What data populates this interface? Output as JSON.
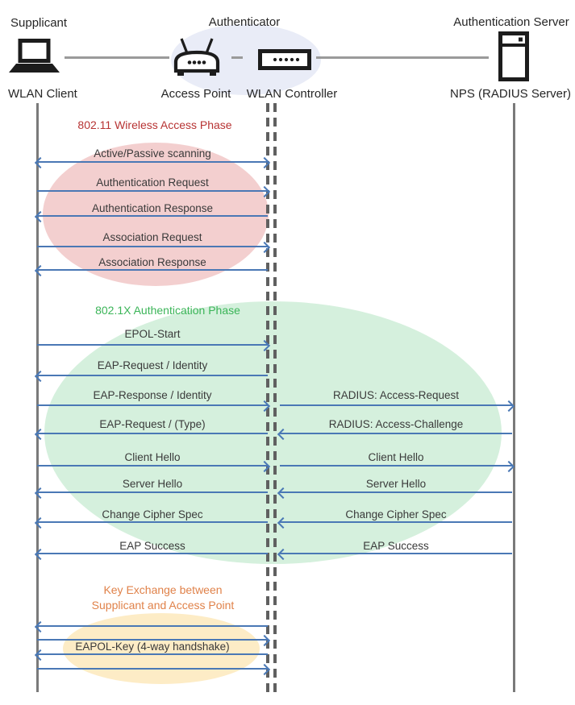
{
  "diagram": {
    "roles": {
      "supplicant": "Supplicant",
      "authenticator": "Authenticator",
      "authentication_server": "Authentication Server"
    },
    "nodes": {
      "wlan_client": "WLAN Client",
      "access_point": "Access Point",
      "wlan_controller": "WLAN Controller",
      "nps": "NPS (RADIUS Server)"
    },
    "phases": {
      "wireless_access": {
        "title": "802.11 Wireless Access Phase",
        "color": "#b73333",
        "fill": "#f3cfcf"
      },
      "dot1x_authentication": {
        "title": "802.1X Authentication Phase",
        "color": "#3bb558",
        "fill": "#d5f0dd"
      },
      "key_exchange": {
        "title_line1": "Key Exchange between",
        "title_line2": "Supplicant and Access Point",
        "color": "#e0824a",
        "fill": "#fdecc6"
      }
    },
    "messages": {
      "scanning": "Active/Passive scanning",
      "auth_request": "Authentication Request",
      "auth_response": "Authentication Response",
      "assoc_request": "Association Request",
      "assoc_response": "Association Response",
      "epol_start": "EPOL-Start",
      "eap_request_identity": "EAP-Request / Identity",
      "eap_response_identity": "EAP-Response / Identity",
      "radius_access_request": "RADIUS: Access-Request",
      "eap_request_type": "EAP-Request / (Type)",
      "radius_access_challenge": "RADIUS: Access-Challenge",
      "client_hello": "Client Hello",
      "server_hello": "Server Hello",
      "change_cipher_spec": "Change Cipher Spec",
      "eap_success": "EAP Success",
      "eapol_key": "EAPOL-Key (4-way handshake)"
    },
    "colors": {
      "arrow": "#4a78b5",
      "lifeline": "#7a7a7a",
      "dashed_lifeline": "#606060",
      "authenticator_group_fill": "#e9ecf7"
    }
  }
}
